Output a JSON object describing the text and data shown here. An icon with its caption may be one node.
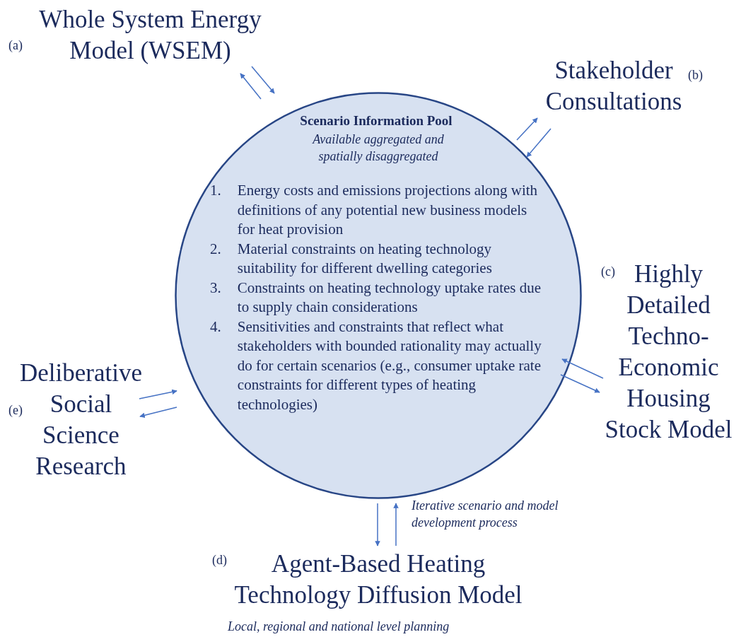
{
  "diagram": {
    "nodes": [
      {
        "text": [
          "Whole System Energy Model (WSEM)"
        ],
        "beside": [
          "(a)"
        ]
      },
      {
        "text": [
          "Stakeholder Consultations"
        ],
        "beside": [
          "(b)"
        ]
      },
      {
        "text": [
          "Scenario Information Pool",
          "Available aggregated and spatially disaggregated",
          "1. Energy costs and emissions projections along with definitions of any potential new business models for heat provision",
          "2. Material constraints on heating technology suitability for different dwelling categories",
          "3. Constraints on heating technology uptake rates due to supply chain considerations",
          "4. Sensitivities and constraints that reflect what stakeholders with bounded rationality may actually do for certain scenarios (e.g., consumer uptake rate constraints for different types of heating technologies)"
        ]
      },
      {
        "text": [
          "Highly Detailed Techno-Economic Housing Stock Model"
        ],
        "beside": [
          "(c)"
        ]
      },
      {
        "text": [
          "Deliberative Social Science Research"
        ],
        "beside": [
          "(e)"
        ]
      },
      {
        "text": [
          "Agent-Based Heating Technology Diffusion Model"
        ],
        "beside": [
          "(d)",
          "Local, regional and national level planning"
        ]
      }
    ],
    "edges": [
      {
        "from": 0,
        "to": 2,
        "arrow": "to"
      },
      {
        "from": 2,
        "to": 0,
        "arrow": "to"
      },
      {
        "from": 2,
        "to": 1,
        "arrow": "to"
      },
      {
        "from": 1,
        "to": 2,
        "arrow": "to"
      },
      {
        "from": 3,
        "to": 2,
        "arrow": "to"
      },
      {
        "from": 2,
        "to": 3,
        "arrow": "to"
      },
      {
        "from": 4,
        "to": 2,
        "arrow": "to"
      },
      {
        "from": 2,
        "to": 4,
        "arrow": "to"
      },
      {
        "from": 2,
        "to": 5,
        "arrow": "to"
      },
      {
        "from": 5,
        "to": 2,
        "arrow": "to",
        "label": "Iterative scenario and model development process"
      }
    ]
  }
}
